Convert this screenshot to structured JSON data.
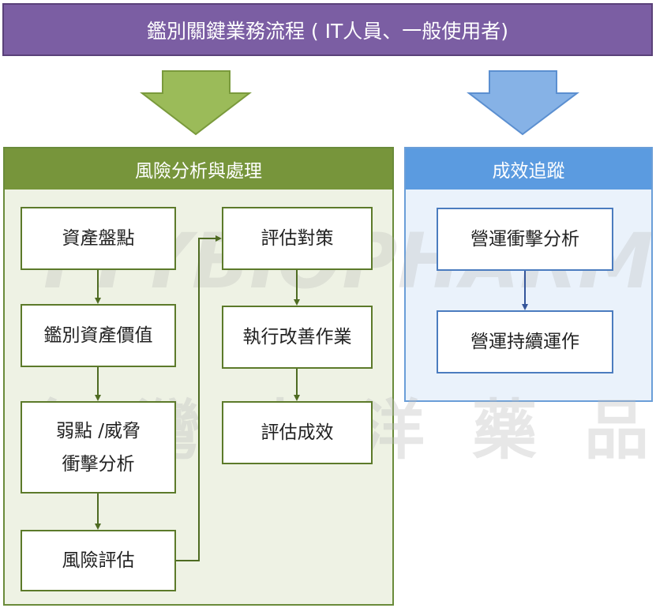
{
  "title": "鑑別關鍵業務流程 ( IT人員、一般使用者)",
  "colors": {
    "title_bg": "#7b5ea3",
    "left_accent": "#77953b",
    "left_bg": "#eef2e4",
    "right_accent": "#5b9be0",
    "right_bg": "#eaf2fb"
  },
  "left_panel": {
    "header": "風險分析與處理",
    "col1": {
      "asset_inventory": "資產盤點",
      "asset_value": "鑑別資產價值",
      "vuln_line1": "弱點 /威脅",
      "vuln_line2": "衝擊分析",
      "risk_assessment": "風險評估"
    },
    "col2": {
      "evaluate_countermeasures": "評估對策",
      "execute_improvement": "執行改善作業",
      "evaluate_effect": "評估成效"
    }
  },
  "right_panel": {
    "header": "成效追蹤",
    "impact_analysis": "營運衝擊分析",
    "continuity": "營運持續運作"
  },
  "watermark": {
    "latin": "TTYBIOPHARM",
    "chinese": "台灣東洋藥品"
  }
}
